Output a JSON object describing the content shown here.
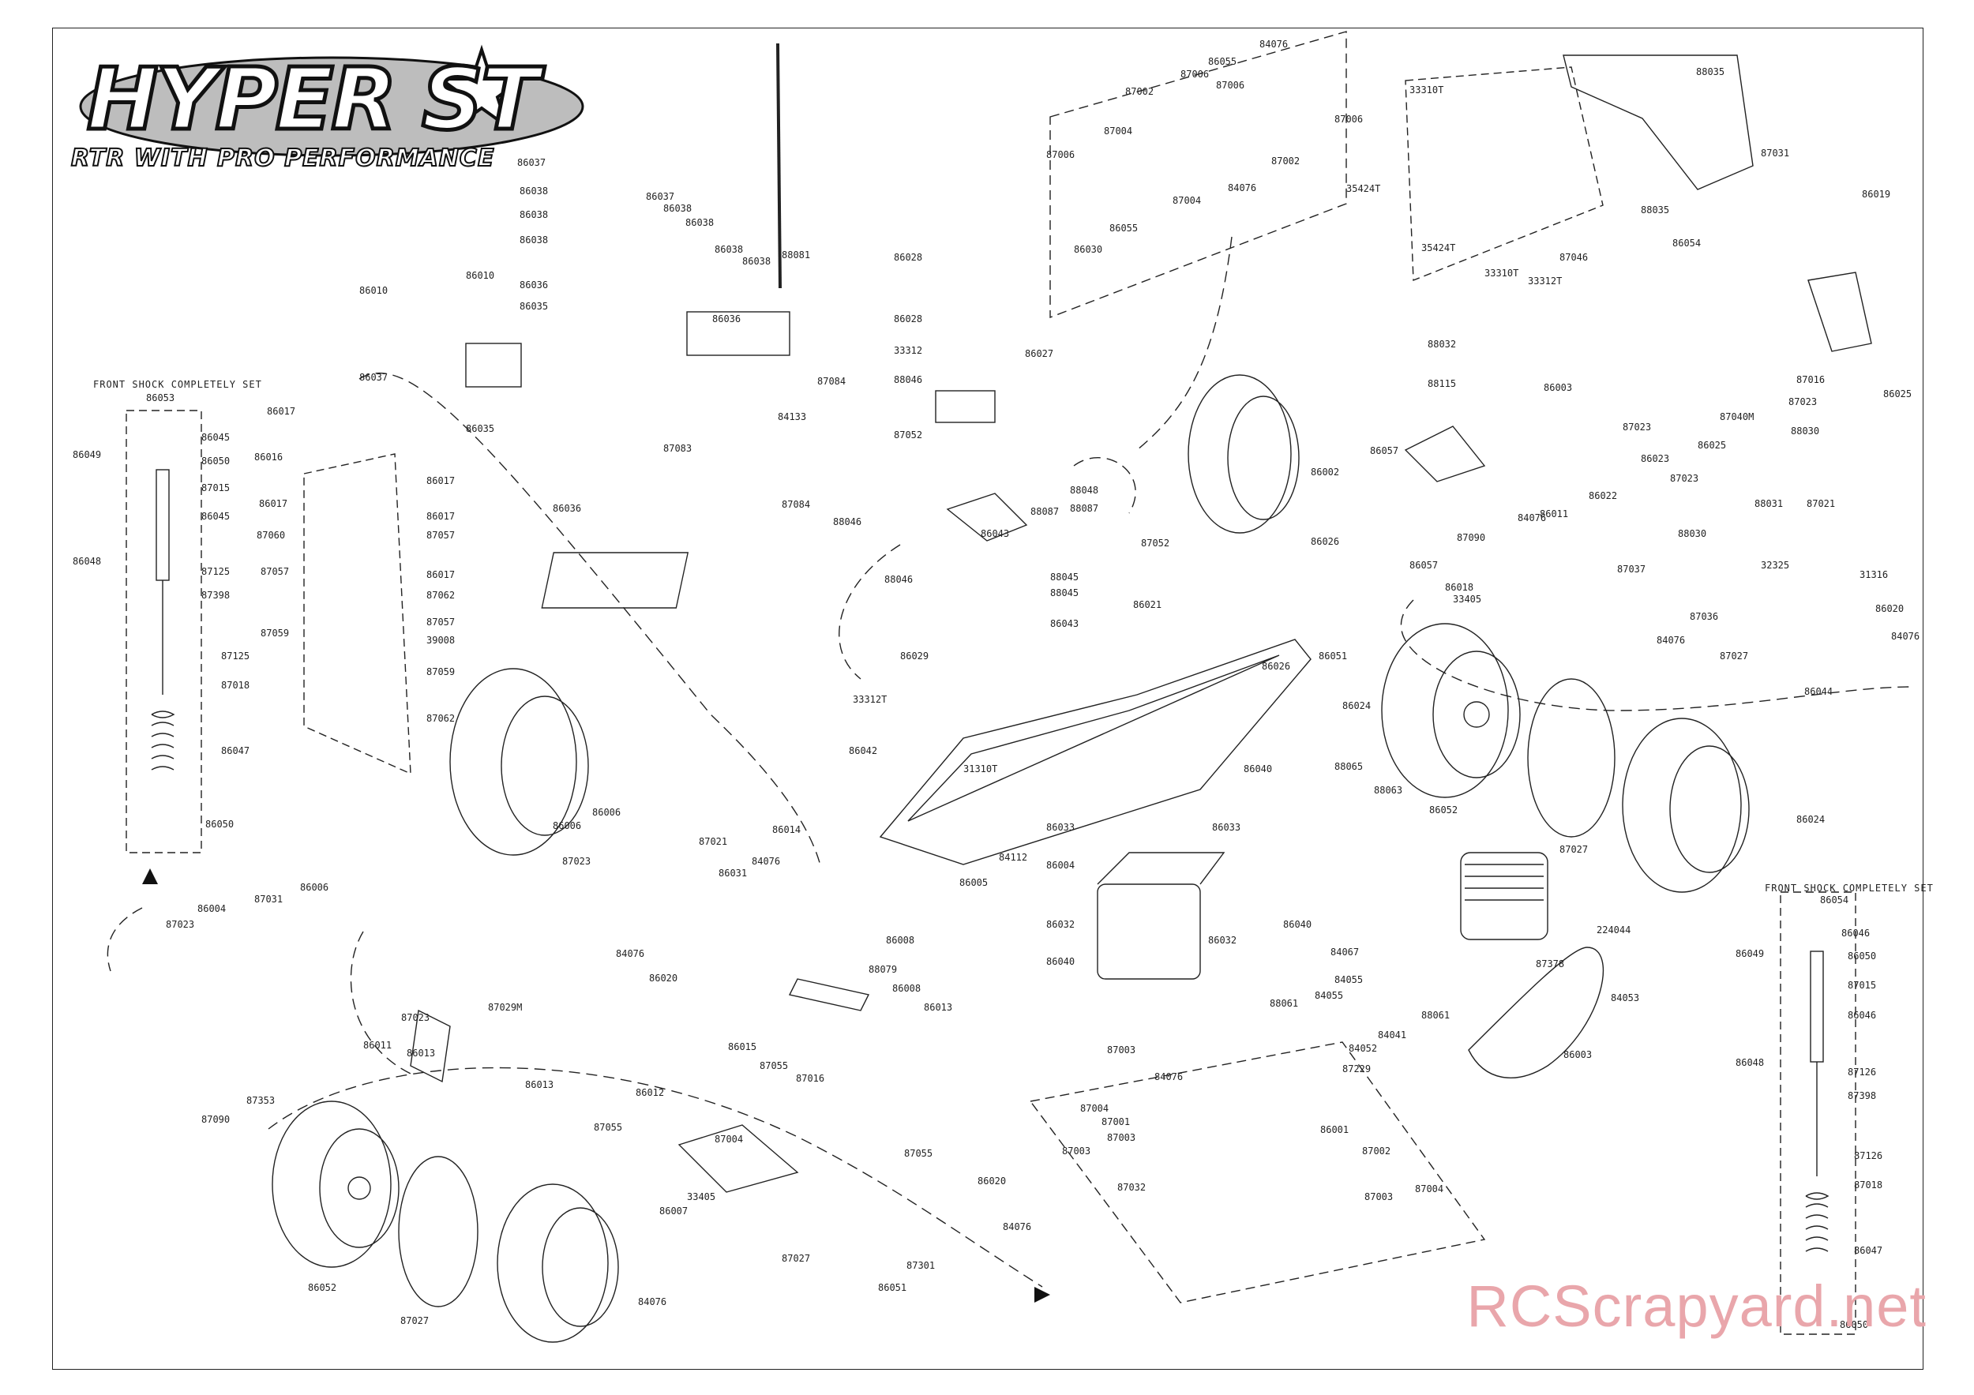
{
  "logo": {
    "wordmark": "HYPER ST",
    "tagline": "RTR WITH PRO PERFORMANCE"
  },
  "shock_sets": {
    "left_title": "FRONT SHOCK COMPLETELY SET",
    "left_set": "86053",
    "left_parts": [
      "86045",
      "86049",
      "86050",
      "87015",
      "86045",
      "86048",
      "87125",
      "87398",
      "87125",
      "87018",
      "86047",
      "86050"
    ],
    "right_title": "FRONT SHOCK COMPLETELY SET",
    "right_set": "86054",
    "right_parts": [
      "86046",
      "86049",
      "86050",
      "87015",
      "86046",
      "86048",
      "87126",
      "87398",
      "87126",
      "87018",
      "86047",
      "86050"
    ]
  },
  "callouts": [
    {
      "id": "c1",
      "text": "86037"
    },
    {
      "id": "c2",
      "text": "86038"
    },
    {
      "id": "c3",
      "text": "86038"
    },
    {
      "id": "c4",
      "text": "86038"
    },
    {
      "id": "c5",
      "text": "86037"
    },
    {
      "id": "c6",
      "text": "86038"
    },
    {
      "id": "c7",
      "text": "86038"
    },
    {
      "id": "c8",
      "text": "86038"
    },
    {
      "id": "c9",
      "text": "86038"
    },
    {
      "id": "c10",
      "text": "88081"
    },
    {
      "id": "c11",
      "text": "86010"
    },
    {
      "id": "c12",
      "text": "86010"
    },
    {
      "id": "c13",
      "text": "86036"
    },
    {
      "id": "c14",
      "text": "86035"
    },
    {
      "id": "c15",
      "text": "86036"
    },
    {
      "id": "c16",
      "text": "86037"
    },
    {
      "id": "c17",
      "text": "86035"
    },
    {
      "id": "c18",
      "text": "87083"
    },
    {
      "id": "c19",
      "text": "87084"
    },
    {
      "id": "c20",
      "text": "86036"
    },
    {
      "id": "c21",
      "text": "84133"
    },
    {
      "id": "c22",
      "text": "87084"
    },
    {
      "id": "c23",
      "text": "86017"
    },
    {
      "id": "c24",
      "text": "86016"
    },
    {
      "id": "c25",
      "text": "86017"
    },
    {
      "id": "c26",
      "text": "86017"
    },
    {
      "id": "c27",
      "text": "86017"
    },
    {
      "id": "c28",
      "text": "87060"
    },
    {
      "id": "c29",
      "text": "87057"
    },
    {
      "id": "c30",
      "text": "87057"
    },
    {
      "id": "c31",
      "text": "86017"
    },
    {
      "id": "c32",
      "text": "87062"
    },
    {
      "id": "c33",
      "text": "87057"
    },
    {
      "id": "c34",
      "text": "39008"
    },
    {
      "id": "c35",
      "text": "87059"
    },
    {
      "id": "c36",
      "text": "87059"
    },
    {
      "id": "c37",
      "text": "87062"
    },
    {
      "id": "c38",
      "text": "84076"
    },
    {
      "id": "c39",
      "text": "86055"
    },
    {
      "id": "c40",
      "text": "87002"
    },
    {
      "id": "c41",
      "text": "87006"
    },
    {
      "id": "c42",
      "text": "87006"
    },
    {
      "id": "c43",
      "text": "87004"
    },
    {
      "id": "c44",
      "text": "87006"
    },
    {
      "id": "c45",
      "text": "87006"
    },
    {
      "id": "c46",
      "text": "87004"
    },
    {
      "id": "c47",
      "text": "86055"
    },
    {
      "id": "c48",
      "text": "87002"
    },
    {
      "id": "c49",
      "text": "84076"
    },
    {
      "id": "c50",
      "text": "86030"
    },
    {
      "id": "c51",
      "text": "86028"
    },
    {
      "id": "c52",
      "text": "86028"
    },
    {
      "id": "c53",
      "text": "33312"
    },
    {
      "id": "c54",
      "text": "86027"
    },
    {
      "id": "c55",
      "text": "88046"
    },
    {
      "id": "c56",
      "text": "87052"
    },
    {
      "id": "c57",
      "text": "88048"
    },
    {
      "id": "c58",
      "text": "88087"
    },
    {
      "id": "c59",
      "text": "88087"
    },
    {
      "id": "c60",
      "text": "86043"
    },
    {
      "id": "c61",
      "text": "87052"
    },
    {
      "id": "c62",
      "text": "88046"
    },
    {
      "id": "c63",
      "text": "88046"
    },
    {
      "id": "c64",
      "text": "88045"
    },
    {
      "id": "c65",
      "text": "88045"
    },
    {
      "id": "c66",
      "text": "86029"
    },
    {
      "id": "c67",
      "text": "86043"
    },
    {
      "id": "c68",
      "text": "33312T"
    },
    {
      "id": "c69",
      "text": "33310T"
    },
    {
      "id": "c70",
      "text": "35424T"
    },
    {
      "id": "c71",
      "text": "35424T"
    },
    {
      "id": "c72",
      "text": "33310T"
    },
    {
      "id": "c73",
      "text": "33312T"
    },
    {
      "id": "c74",
      "text": "87046"
    },
    {
      "id": "c75",
      "text": "88035"
    },
    {
      "id": "c76",
      "text": "88035"
    },
    {
      "id": "c77",
      "text": "87031"
    },
    {
      "id": "c78",
      "text": "86054"
    },
    {
      "id": "c79",
      "text": "86019"
    },
    {
      "id": "c80",
      "text": "88032"
    },
    {
      "id": "c81",
      "text": "88115"
    },
    {
      "id": "c82",
      "text": "86003"
    },
    {
      "id": "c83",
      "text": "87016"
    },
    {
      "id": "c84",
      "text": "86025"
    },
    {
      "id": "c85",
      "text": "87023"
    },
    {
      "id": "c86",
      "text": "87023"
    },
    {
      "id": "c87",
      "text": "87040M"
    },
    {
      "id": "c88",
      "text": "86025"
    },
    {
      "id": "c89",
      "text": "88030"
    },
    {
      "id": "c90",
      "text": "86023"
    },
    {
      "id": "c91",
      "text": "87023"
    },
    {
      "id": "c92",
      "text": "86057"
    },
    {
      "id": "c93",
      "text": "86002"
    },
    {
      "id": "c94",
      "text": "84076"
    },
    {
      "id": "c95",
      "text": "87090"
    },
    {
      "id": "c96",
      "text": "86011"
    },
    {
      "id": "c97",
      "text": "86022"
    },
    {
      "id": "c98",
      "text": "88030"
    },
    {
      "id": "c99",
      "text": "88031"
    },
    {
      "id": "c100",
      "text": "87021"
    },
    {
      "id": "c101",
      "text": "86026"
    },
    {
      "id": "c102",
      "text": "86057"
    },
    {
      "id": "c103",
      "text": "86018"
    },
    {
      "id": "c104",
      "text": "87037"
    },
    {
      "id": "c105",
      "text": "32325"
    },
    {
      "id": "c106",
      "text": "31316"
    },
    {
      "id": "c107",
      "text": "33405"
    },
    {
      "id": "c108",
      "text": "87036"
    },
    {
      "id": "c109",
      "text": "86020"
    },
    {
      "id": "c110",
      "text": "84076"
    },
    {
      "id": "c111",
      "text": "87027"
    },
    {
      "id": "c112",
      "text": "84076"
    },
    {
      "id": "c113",
      "text": "86044"
    },
    {
      "id": "c114",
      "text": "86021"
    },
    {
      "id": "c115",
      "text": "86026"
    },
    {
      "id": "c116",
      "text": "86051"
    },
    {
      "id": "c117",
      "text": "86024"
    },
    {
      "id": "c118",
      "text": "86042"
    },
    {
      "id": "c119",
      "text": "31310T"
    },
    {
      "id": "c120",
      "text": "86040"
    },
    {
      "id": "c121",
      "text": "88065"
    },
    {
      "id": "c122",
      "text": "88063"
    },
    {
      "id": "c123",
      "text": "86052"
    },
    {
      "id": "c124",
      "text": "87027"
    },
    {
      "id": "c125",
      "text": "86024"
    },
    {
      "id": "c126",
      "text": "84112"
    },
    {
      "id": "c127",
      "text": "86033"
    },
    {
      "id": "c128",
      "text": "86033"
    },
    {
      "id": "c129",
      "text": "86004"
    },
    {
      "id": "c130",
      "text": "86014"
    },
    {
      "id": "c131",
      "text": "86005"
    },
    {
      "id": "c132",
      "text": "86006"
    },
    {
      "id": "c133",
      "text": "86006"
    },
    {
      "id": "c134",
      "text": "87023"
    },
    {
      "id": "c135",
      "text": "87021"
    },
    {
      "id": "c136",
      "text": "84076"
    },
    {
      "id": "c137",
      "text": "86031"
    },
    {
      "id": "c138",
      "text": "86032"
    },
    {
      "id": "c139",
      "text": "86032"
    },
    {
      "id": "c140",
      "text": "86040"
    },
    {
      "id": "c141",
      "text": "86040"
    },
    {
      "id": "c142",
      "text": "84067"
    },
    {
      "id": "c143",
      "text": "224044"
    },
    {
      "id": "c144",
      "text": "84055"
    },
    {
      "id": "c145",
      "text": "84055"
    },
    {
      "id": "c146",
      "text": "88061"
    },
    {
      "id": "c147",
      "text": "88061"
    },
    {
      "id": "c148",
      "text": "84041"
    },
    {
      "id": "c149",
      "text": "87378"
    },
    {
      "id": "c150",
      "text": "84053"
    },
    {
      "id": "c151",
      "text": "84052"
    },
    {
      "id": "c152",
      "text": "87229"
    },
    {
      "id": "c153",
      "text": "86003"
    },
    {
      "id": "c154",
      "text": "86004"
    },
    {
      "id": "c155",
      "text": "87031"
    },
    {
      "id": "c156",
      "text": "87023"
    },
    {
      "id": "c157",
      "text": "86006"
    },
    {
      "id": "c158",
      "text": "84076"
    },
    {
      "id": "c159",
      "text": "86020"
    },
    {
      "id": "c160",
      "text": "86008"
    },
    {
      "id": "c161",
      "text": "88079"
    },
    {
      "id": "c162",
      "text": "86008"
    },
    {
      "id": "c163",
      "text": "86013"
    },
    {
      "id": "c164",
      "text": "87023"
    },
    {
      "id": "c165",
      "text": "87029M"
    },
    {
      "id": "c166",
      "text": "86011"
    },
    {
      "id": "c167",
      "text": "86013"
    },
    {
      "id": "c168",
      "text": "86013"
    },
    {
      "id": "c169",
      "text": "87055"
    },
    {
      "id": "c170",
      "text": "86015"
    },
    {
      "id": "c171",
      "text": "87055"
    },
    {
      "id": "c172",
      "text": "87016"
    },
    {
      "id": "c173",
      "text": "87353"
    },
    {
      "id": "c174",
      "text": "87090"
    },
    {
      "id": "c175",
      "text": "86012"
    },
    {
      "id": "c176",
      "text": "87004"
    },
    {
      "id": "c177",
      "text": "87003"
    },
    {
      "id": "c178",
      "text": "84076"
    },
    {
      "id": "c179",
      "text": "87004"
    },
    {
      "id": "c180",
      "text": "87001"
    },
    {
      "id": "c181",
      "text": "87003"
    },
    {
      "id": "c182",
      "text": "87003"
    },
    {
      "id": "c183",
      "text": "86001"
    },
    {
      "id": "c184",
      "text": "87002"
    },
    {
      "id": "c185",
      "text": "87032"
    },
    {
      "id": "c186",
      "text": "87055"
    },
    {
      "id": "c187",
      "text": "86020"
    },
    {
      "id": "c188",
      "text": "33405"
    },
    {
      "id": "c189",
      "text": "86007"
    },
    {
      "id": "c190",
      "text": "87027"
    },
    {
      "id": "c191",
      "text": "84076"
    },
    {
      "id": "c192",
      "text": "87301"
    },
    {
      "id": "c193",
      "text": "86051"
    },
    {
      "id": "c194",
      "text": "86052"
    },
    {
      "id": "c195",
      "text": "87027"
    },
    {
      "id": "c196",
      "text": "84076"
    },
    {
      "id": "c197",
      "text": "87003"
    },
    {
      "id": "c198",
      "text": "87004"
    }
  ],
  "watermark": "RCScrapyard.net"
}
